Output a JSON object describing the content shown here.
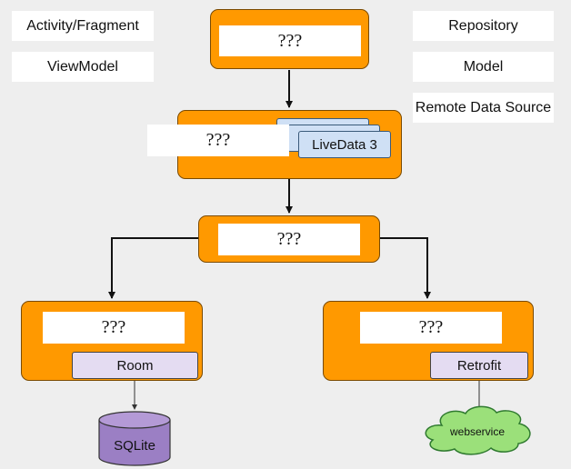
{
  "legend": {
    "left": [
      "Activity/Fragment",
      "ViewModel"
    ],
    "right": [
      "Repository",
      "Model",
      "Remote Data Source"
    ]
  },
  "nodes": {
    "activity": "???",
    "viewmodel": "???",
    "livedata": "LiveData 3",
    "repository": "???",
    "model": "???",
    "room": "Room",
    "remote": "???",
    "retrofit": "Retrofit",
    "sqlite": "SQLite",
    "webservice": "webservice"
  },
  "colors": {
    "component": "#ff9900",
    "label": "#ffffff",
    "library": "#e4dcf2",
    "livedata": "#cfe0f5",
    "database": "#9b7fc4",
    "cloud": "#9be07a"
  }
}
